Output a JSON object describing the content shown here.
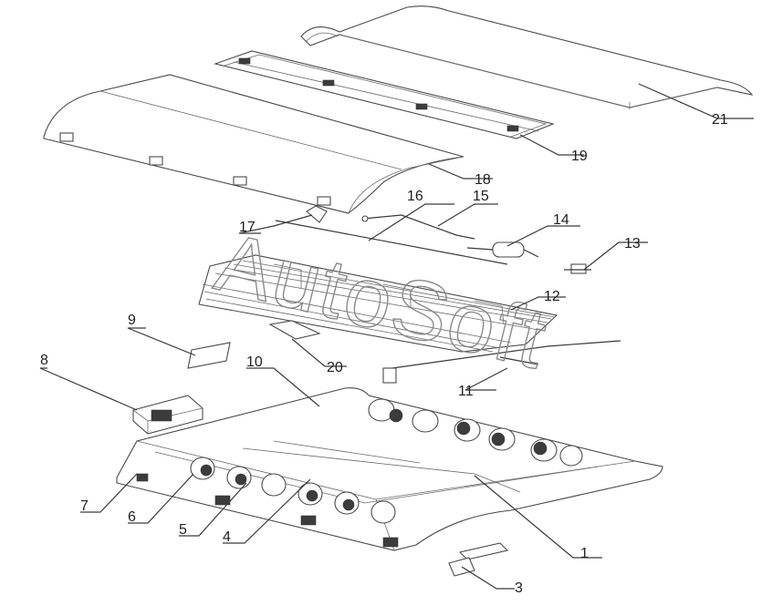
{
  "diagram": {
    "watermark": "AutoSoft",
    "callouts": [
      {
        "id": "1",
        "label": "1"
      },
      {
        "id": "3",
        "label": "3"
      },
      {
        "id": "4",
        "label": "4"
      },
      {
        "id": "5",
        "label": "5"
      },
      {
        "id": "6",
        "label": "6"
      },
      {
        "id": "7",
        "label": "7"
      },
      {
        "id": "8",
        "label": "8"
      },
      {
        "id": "9",
        "label": "9"
      },
      {
        "id": "10",
        "label": "10"
      },
      {
        "id": "11",
        "label": "11"
      },
      {
        "id": "12",
        "label": "12"
      },
      {
        "id": "13",
        "label": "13"
      },
      {
        "id": "14",
        "label": "14"
      },
      {
        "id": "15",
        "label": "15"
      },
      {
        "id": "16",
        "label": "16"
      },
      {
        "id": "17",
        "label": "17"
      },
      {
        "id": "18",
        "label": "18"
      },
      {
        "id": "19",
        "label": "19"
      },
      {
        "id": "20",
        "label": "20"
      },
      {
        "id": "21",
        "label": "21"
      }
    ]
  }
}
